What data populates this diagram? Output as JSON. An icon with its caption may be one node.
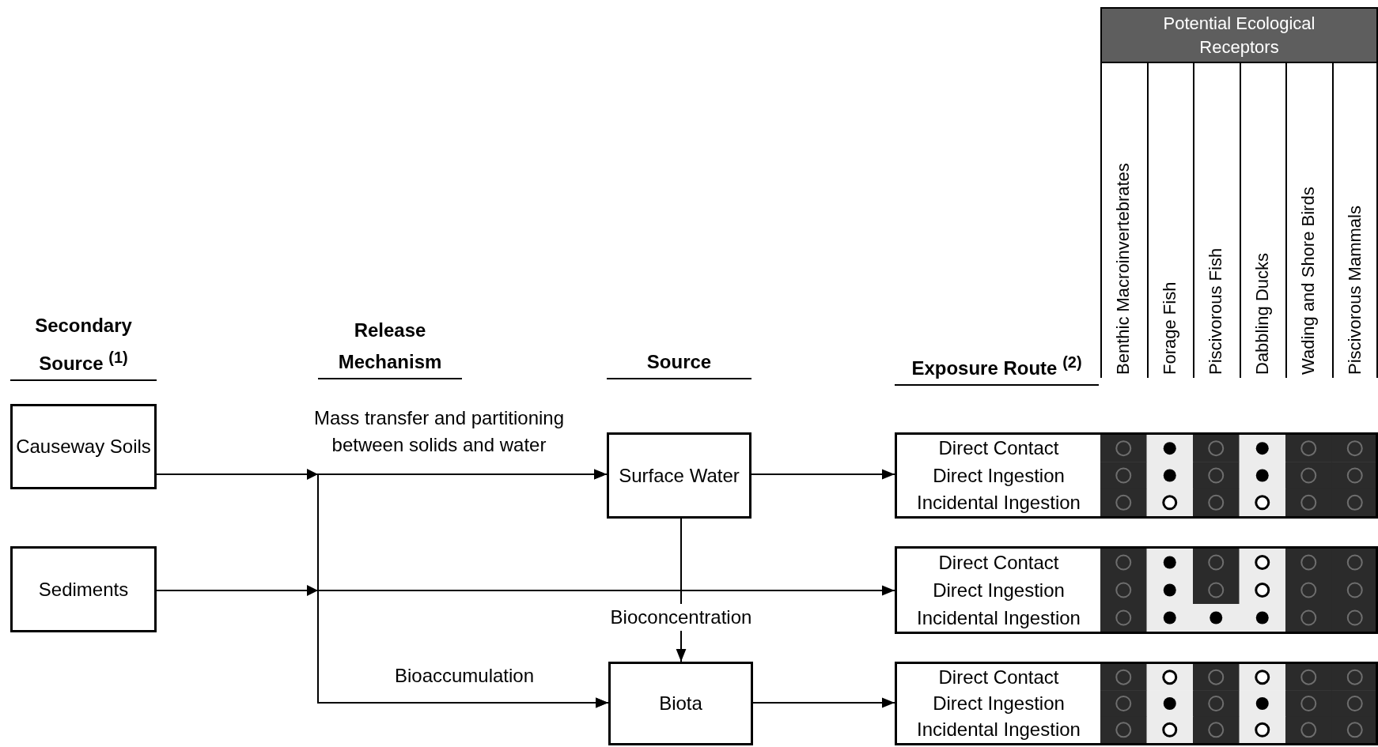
{
  "diagram": {
    "nodes": [
      {
        "text": [
          "Causeway Soils"
        ]
      },
      {
        "text": [
          "Sediments"
        ]
      },
      {
        "text": [
          "Surface Water"
        ]
      },
      {
        "text": [
          "Biota"
        ]
      },
      {
        "text": [
          "Direct Contact",
          "Direct Ingestion",
          "Incidental Ingestion"
        ]
      },
      {
        "text": [
          "Direct Contact",
          "Direct Ingestion",
          "Incidental Ingestion"
        ]
      },
      {
        "text": [
          "Direct Contact",
          "Direct Ingestion",
          "Incidental Ingestion"
        ]
      }
    ],
    "edges": [
      {
        "from": 0,
        "to": 2,
        "arrow": "to",
        "label": "Mass transfer and partitioning between solids and water"
      },
      {
        "from": 0,
        "to": 3,
        "arrow": "to",
        "label": "Bioaccumulation"
      },
      {
        "from": 1,
        "to": 2,
        "arrow": "to"
      },
      {
        "from": 1,
        "to": 3,
        "arrow": "to"
      },
      {
        "from": 1,
        "to": 5,
        "arrow": "to"
      },
      {
        "from": 2,
        "to": 4,
        "arrow": "to"
      },
      {
        "from": 2,
        "to": 3,
        "arrow": "to",
        "label": "Bioconcentration"
      },
      {
        "from": 3,
        "to": 6,
        "arrow": "to"
      }
    ],
    "labels": [
      "Potential Ecological Receptors",
      "Benthic Macroinvertebrates",
      "Forage Fish",
      "Piscivorous Fish",
      "Dabbling Ducks",
      "Wading and Shore Birds",
      "Piscivorous Mammals",
      "Secondary Source $^{(1)}$",
      "Release Mechanism",
      "Source",
      "Exposure Route $^{(2)}$"
    ]
  }
}
